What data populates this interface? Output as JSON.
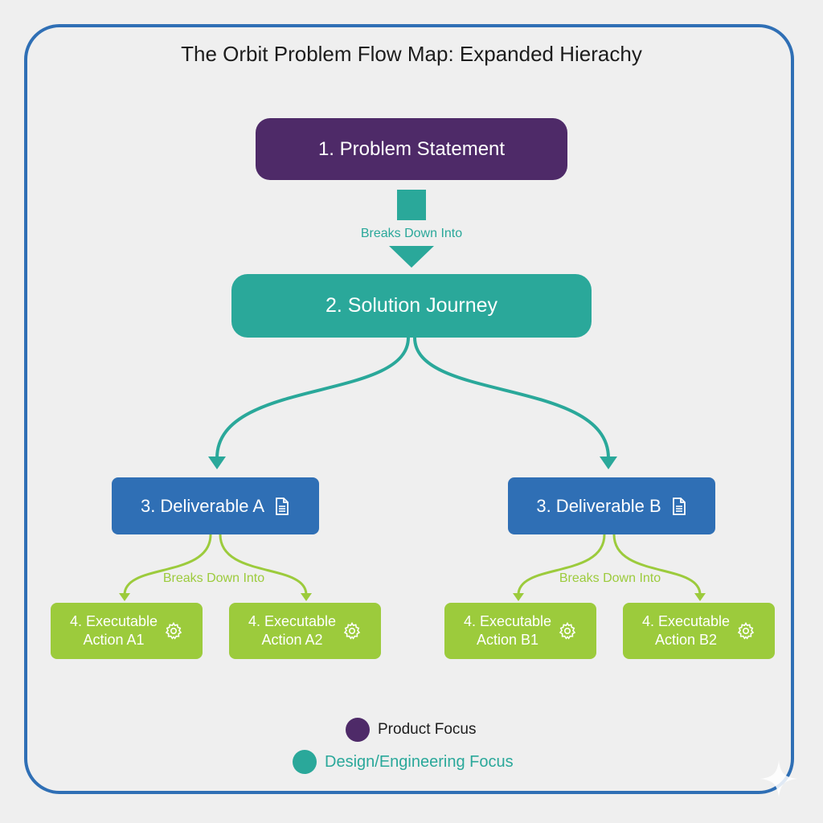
{
  "title": "The Orbit Problem Flow Map: Expanded Hierachy",
  "nodes": {
    "problem": "1. Problem Statement",
    "solution": "2. Solution Journey",
    "deliverable_a": "3. Deliverable A",
    "deliverable_b": "3. Deliverable B",
    "action_a1_line1": "4. Executable",
    "action_a1_line2": "Action A1",
    "action_a2_line1": "4. Executable",
    "action_a2_line2": "Action A2",
    "action_b1_line1": "4. Executable",
    "action_b1_line2": "Action B1",
    "action_b2_line1": "4. Executable",
    "action_b2_line2": "Action B2"
  },
  "connectors": {
    "top_label": "Breaks Down Into",
    "a_label": "Breaks Down Into",
    "b_label": "Breaks Down Into"
  },
  "legend": {
    "product": "Product Focus",
    "design": "Design/Engineering Focus"
  },
  "colors": {
    "purple": "#4e2a68",
    "teal": "#2aa89a",
    "blue": "#2f6fb5",
    "green": "#9ccb3c"
  },
  "icons": {
    "deliverable": "document-icon",
    "action": "gear-icon"
  }
}
